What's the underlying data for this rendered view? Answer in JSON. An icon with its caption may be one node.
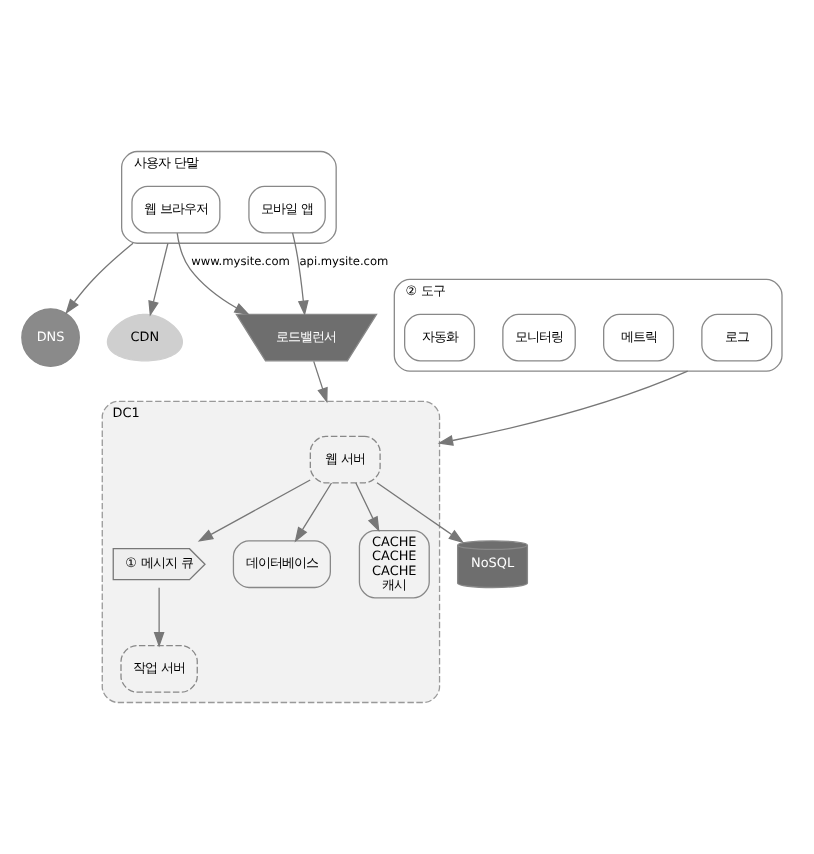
{
  "diagram": {
    "nodes": [
      {
        "text": [
          "사용자 단말"
        ]
      },
      {
        "text": [
          "웹 브라우저"
        ],
        "in": 0
      },
      {
        "text": [
          "모바일 앱"
        ],
        "in": 0
      },
      {
        "text": [
          "DNS"
        ]
      },
      {
        "text": [
          "CDN"
        ]
      },
      {
        "text": [
          "로드밸런서"
        ]
      },
      {
        "text": [
          "DC1"
        ]
      },
      {
        "text": [
          "웹 서버"
        ],
        "in": 6
      },
      {
        "text": [
          "① 메시지 큐"
        ],
        "in": 6
      },
      {
        "text": [
          "데이터베이스"
        ],
        "in": 6
      },
      {
        "text": [
          "CACHE",
          "CACHE",
          "CACHE",
          "캐시"
        ],
        "in": 6
      },
      {
        "text": [
          "작업 서버"
        ],
        "in": 6
      },
      {
        "text": [
          "NoSQL"
        ]
      },
      {
        "text": [
          "② 도구"
        ]
      },
      {
        "text": [
          "로그"
        ],
        "in": 13
      },
      {
        "text": [
          "메트릭"
        ],
        "in": 13
      },
      {
        "text": [
          "모니터링"
        ],
        "in": 13
      },
      {
        "text": [
          "자동화"
        ],
        "in": 13
      }
    ],
    "edges": [
      {
        "from": 0,
        "to": 3,
        "arrow": "to"
      },
      {
        "from": 0,
        "to": 4,
        "arrow": "to"
      },
      {
        "from": 1,
        "to": 5,
        "arrow": "to",
        "label": "www.mysite.com"
      },
      {
        "from": 2,
        "to": 5,
        "arrow": "to",
        "label": "api.mysite.com"
      },
      {
        "from": 5,
        "to": 6,
        "arrow": "to"
      },
      {
        "from": 7,
        "to": 8,
        "arrow": "to"
      },
      {
        "from": 7,
        "to": 9,
        "arrow": "to"
      },
      {
        "from": 7,
        "to": 10,
        "arrow": "to"
      },
      {
        "from": 7,
        "to": 12,
        "arrow": "to"
      },
      {
        "from": 8,
        "to": 11,
        "arrow": "to"
      },
      {
        "from": 13,
        "to": 6,
        "arrow": "to"
      }
    ]
  }
}
